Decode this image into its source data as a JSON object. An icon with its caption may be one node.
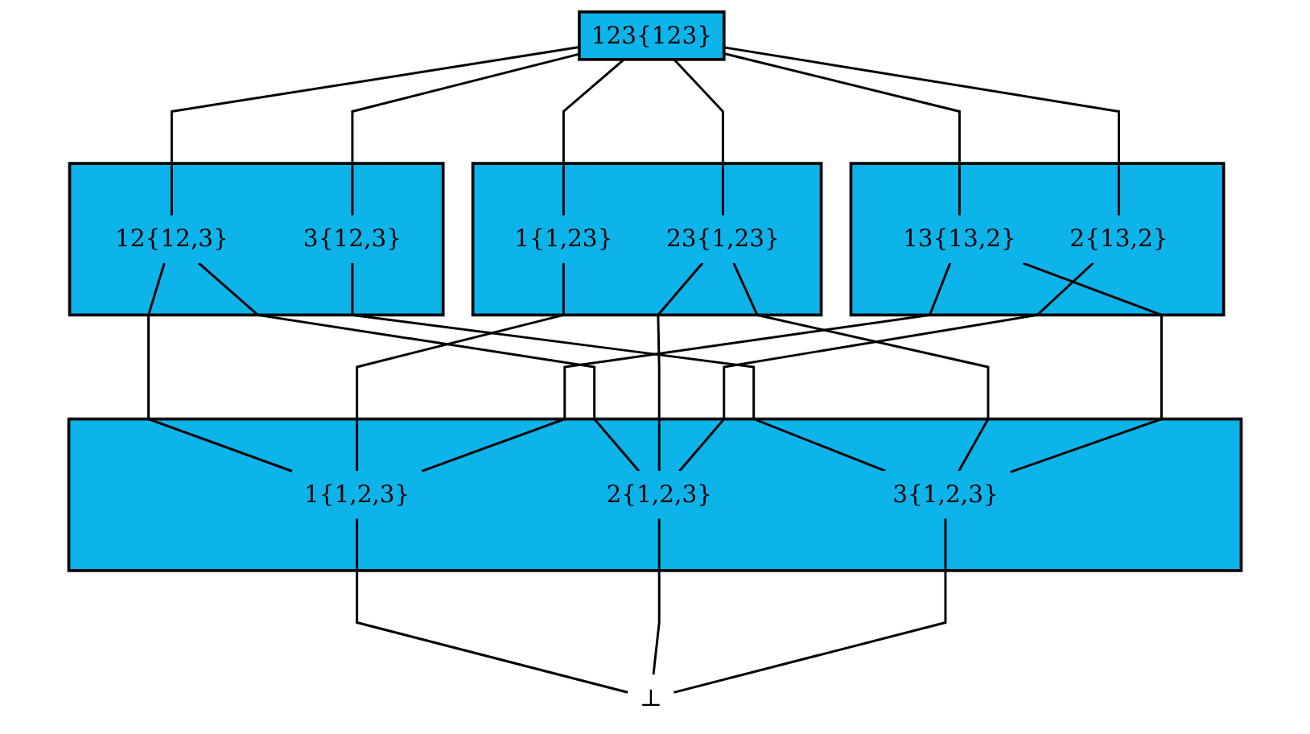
{
  "diagram": {
    "nodes": [
      {
        "text": [
          "123{123}"
        ]
      },
      {
        "text": [],
        "shape": "box"
      },
      {
        "text": [
          "12{12,3}"
        ],
        "in": 1
      },
      {
        "text": [
          "3{12,3}"
        ],
        "in": 1
      },
      {
        "text": [],
        "shape": "box"
      },
      {
        "text": [
          "1{1,23}"
        ],
        "in": 4
      },
      {
        "text": [
          "23{1,23}"
        ],
        "in": 4
      },
      {
        "text": [],
        "shape": "box"
      },
      {
        "text": [
          "13{13,2}"
        ],
        "in": 7
      },
      {
        "text": [
          "2{13,2}"
        ],
        "in": 7
      },
      {
        "text": [],
        "shape": "box"
      },
      {
        "text": [
          "1{1,2,3}"
        ],
        "in": 10
      },
      {
        "text": [
          "2{1,2,3}"
        ],
        "in": 10
      },
      {
        "text": [
          "3{1,2,3}"
        ],
        "in": 10
      },
      {
        "text": [
          "⊥"
        ]
      }
    ],
    "edges": [
      {
        "from": 0,
        "to": 2,
        "arrow": "none"
      },
      {
        "from": 0,
        "to": 3,
        "arrow": "none"
      },
      {
        "from": 0,
        "to": 5,
        "arrow": "none"
      },
      {
        "from": 0,
        "to": 6,
        "arrow": "none"
      },
      {
        "from": 0,
        "to": 8,
        "arrow": "none"
      },
      {
        "from": 0,
        "to": 9,
        "arrow": "none"
      },
      {
        "from": 2,
        "to": 11,
        "arrow": "none"
      },
      {
        "from": 2,
        "to": 12,
        "arrow": "none"
      },
      {
        "from": 3,
        "to": 13,
        "arrow": "none"
      },
      {
        "from": 5,
        "to": 11,
        "arrow": "none"
      },
      {
        "from": 6,
        "to": 12,
        "arrow": "none"
      },
      {
        "from": 6,
        "to": 13,
        "arrow": "none"
      },
      {
        "from": 8,
        "to": 11,
        "arrow": "none"
      },
      {
        "from": 8,
        "to": 13,
        "arrow": "none"
      },
      {
        "from": 9,
        "to": 12,
        "arrow": "none"
      },
      {
        "from": 11,
        "to": 14,
        "arrow": "none"
      },
      {
        "from": 12,
        "to": 14,
        "arrow": "none"
      },
      {
        "from": 13,
        "to": 14,
        "arrow": "none"
      }
    ]
  }
}
